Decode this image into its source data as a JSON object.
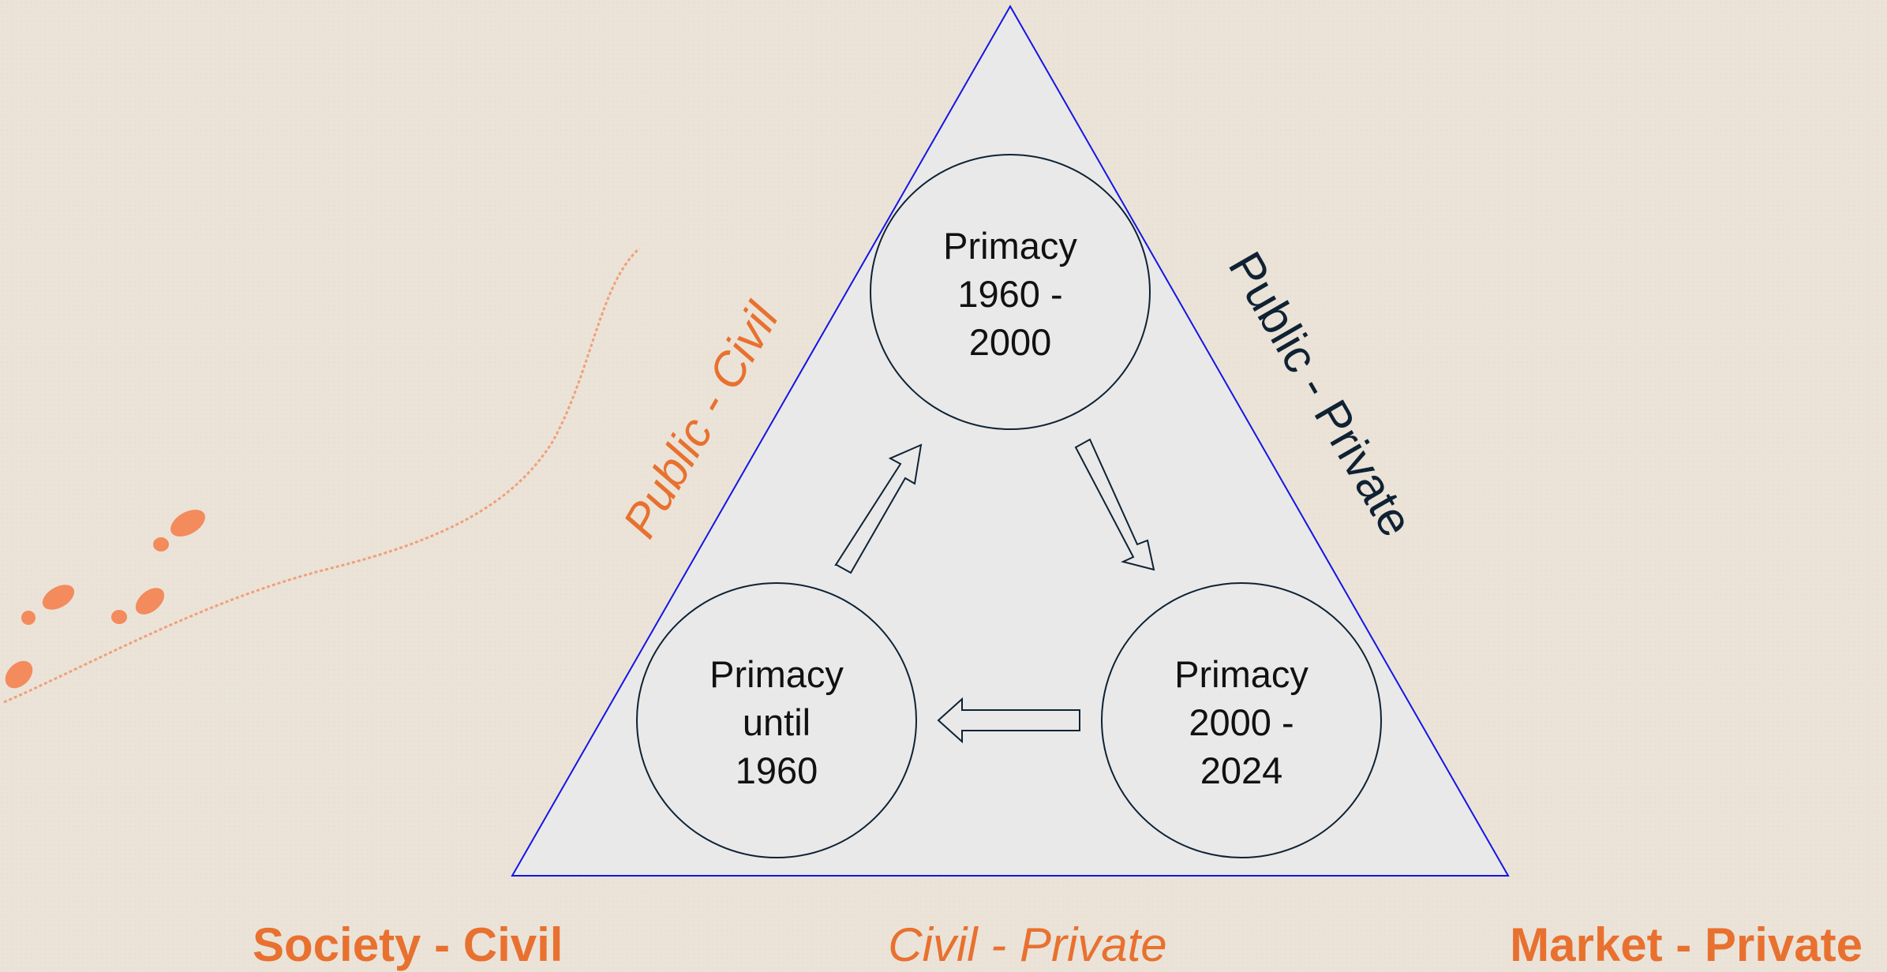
{
  "circles": {
    "top": {
      "line1": "Primacy",
      "line2": "1960 -",
      "line3": "2000"
    },
    "left": {
      "line1": "Primacy",
      "line2": "until",
      "line3": "1960"
    },
    "right": {
      "line1": "Primacy",
      "line2": "2000 -",
      "line3": "2024"
    }
  },
  "sides": {
    "left": "Public - Civil",
    "right": "Public - Private"
  },
  "corners": {
    "left": "Society - Civil",
    "bottom": "Civil - Private",
    "right": "Market - Private"
  },
  "colors": {
    "accent_orange": "#e8712f",
    "triangle_stroke": "#1414e6",
    "triangle_fill": "#e9e9e9",
    "dark_text": "#0f2233"
  },
  "decorations": {
    "footprints": "footprints-icon"
  }
}
